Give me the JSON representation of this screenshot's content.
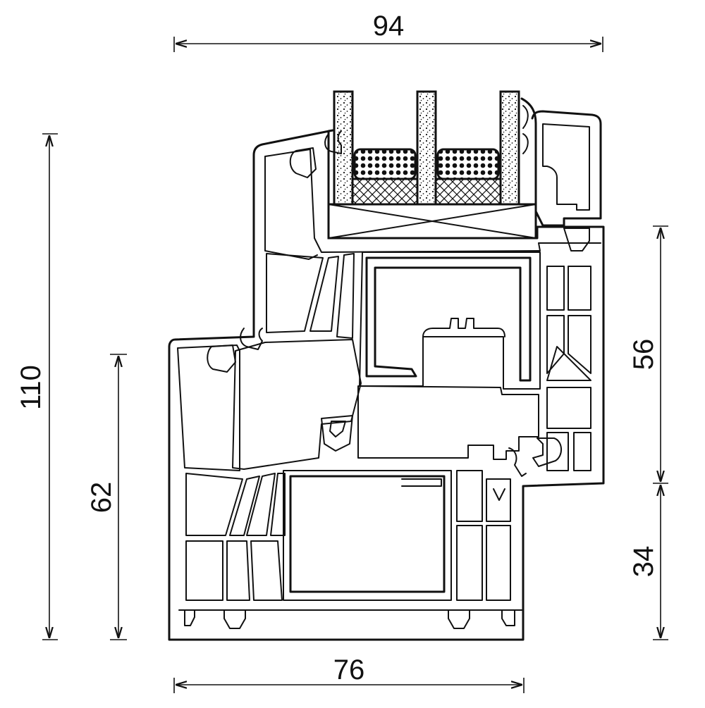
{
  "drawing": {
    "dimensions": {
      "top_width": "94",
      "bottom_width": "76",
      "total_height": "110",
      "frame_height": "62",
      "sash_height": "56",
      "lower_height": "34"
    }
  }
}
